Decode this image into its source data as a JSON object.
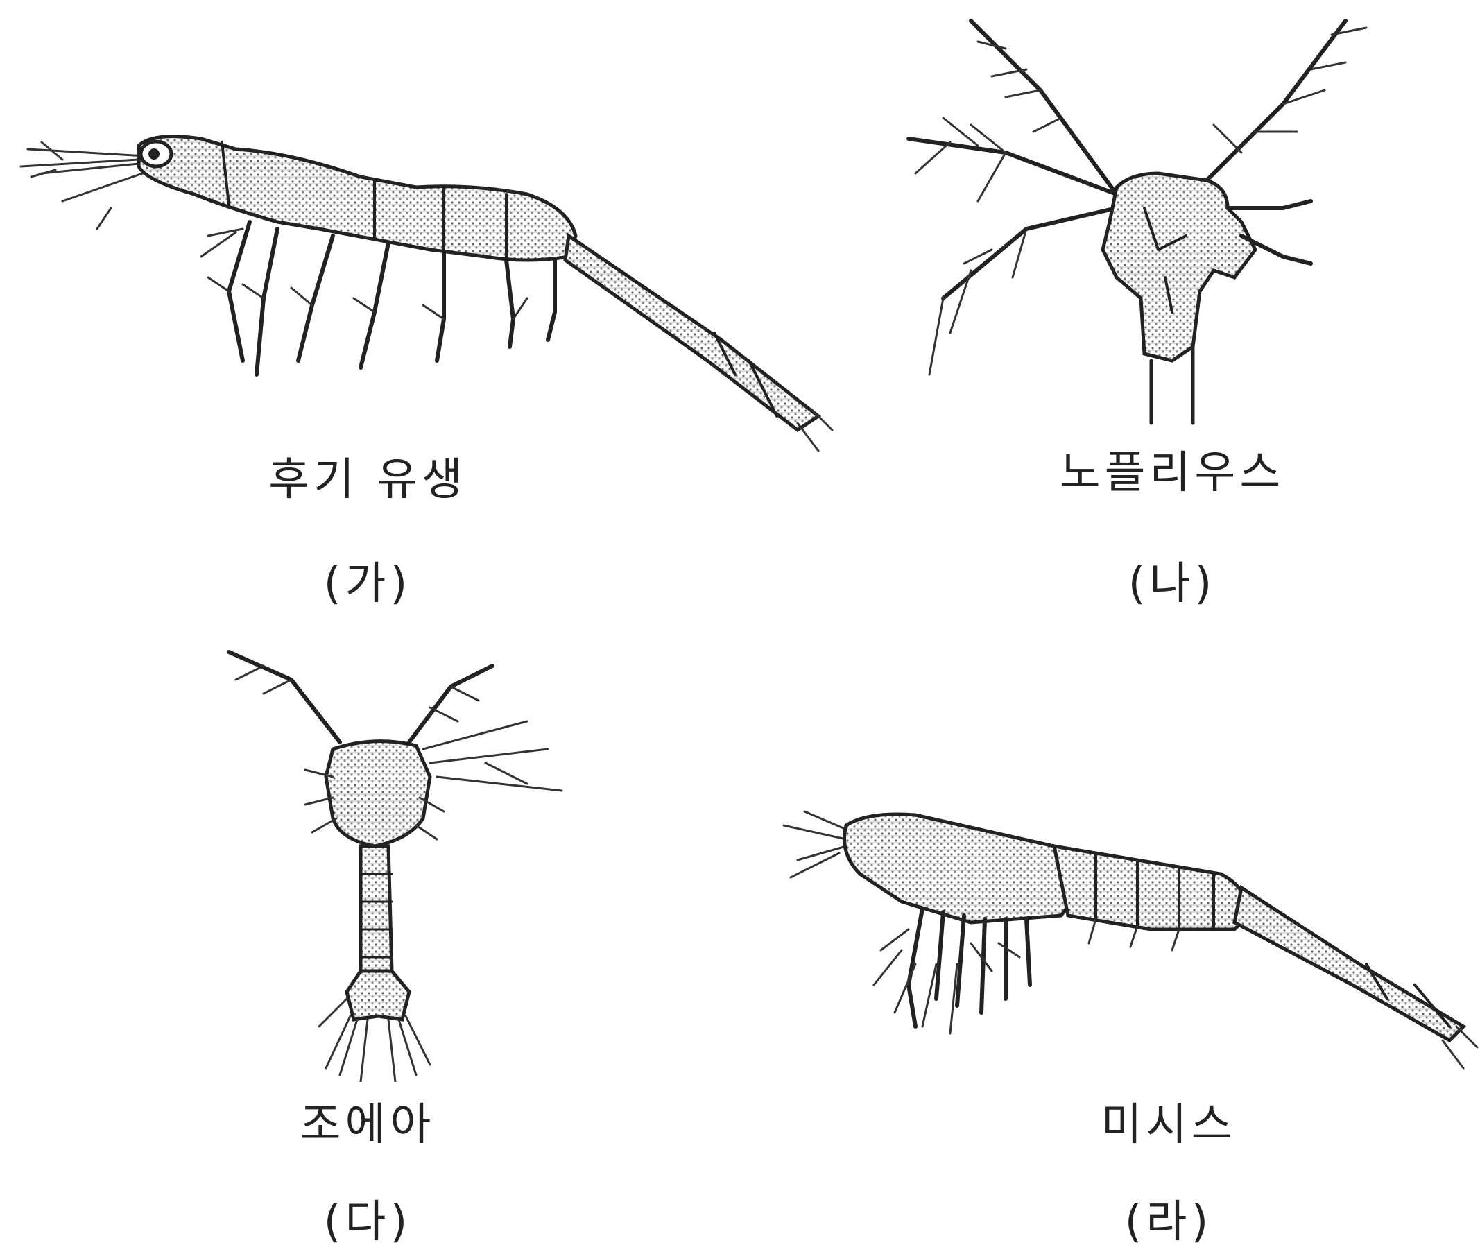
{
  "figure": {
    "panels": [
      {
        "id": "ga",
        "stage": "후기 유생",
        "tag": "(가)"
      },
      {
        "id": "na",
        "stage": "노플리우스",
        "tag": "(나)"
      },
      {
        "id": "da",
        "stage": "조에아",
        "tag": "(다)"
      },
      {
        "id": "ra",
        "stage": "미시스",
        "tag": "(라)"
      }
    ]
  },
  "colors": {
    "ink": "#222222",
    "background": "#ffffff"
  },
  "icons": [
    "postlarva-shrimp-drawing",
    "nauplius-drawing",
    "zoea-drawing",
    "mysis-drawing"
  ]
}
